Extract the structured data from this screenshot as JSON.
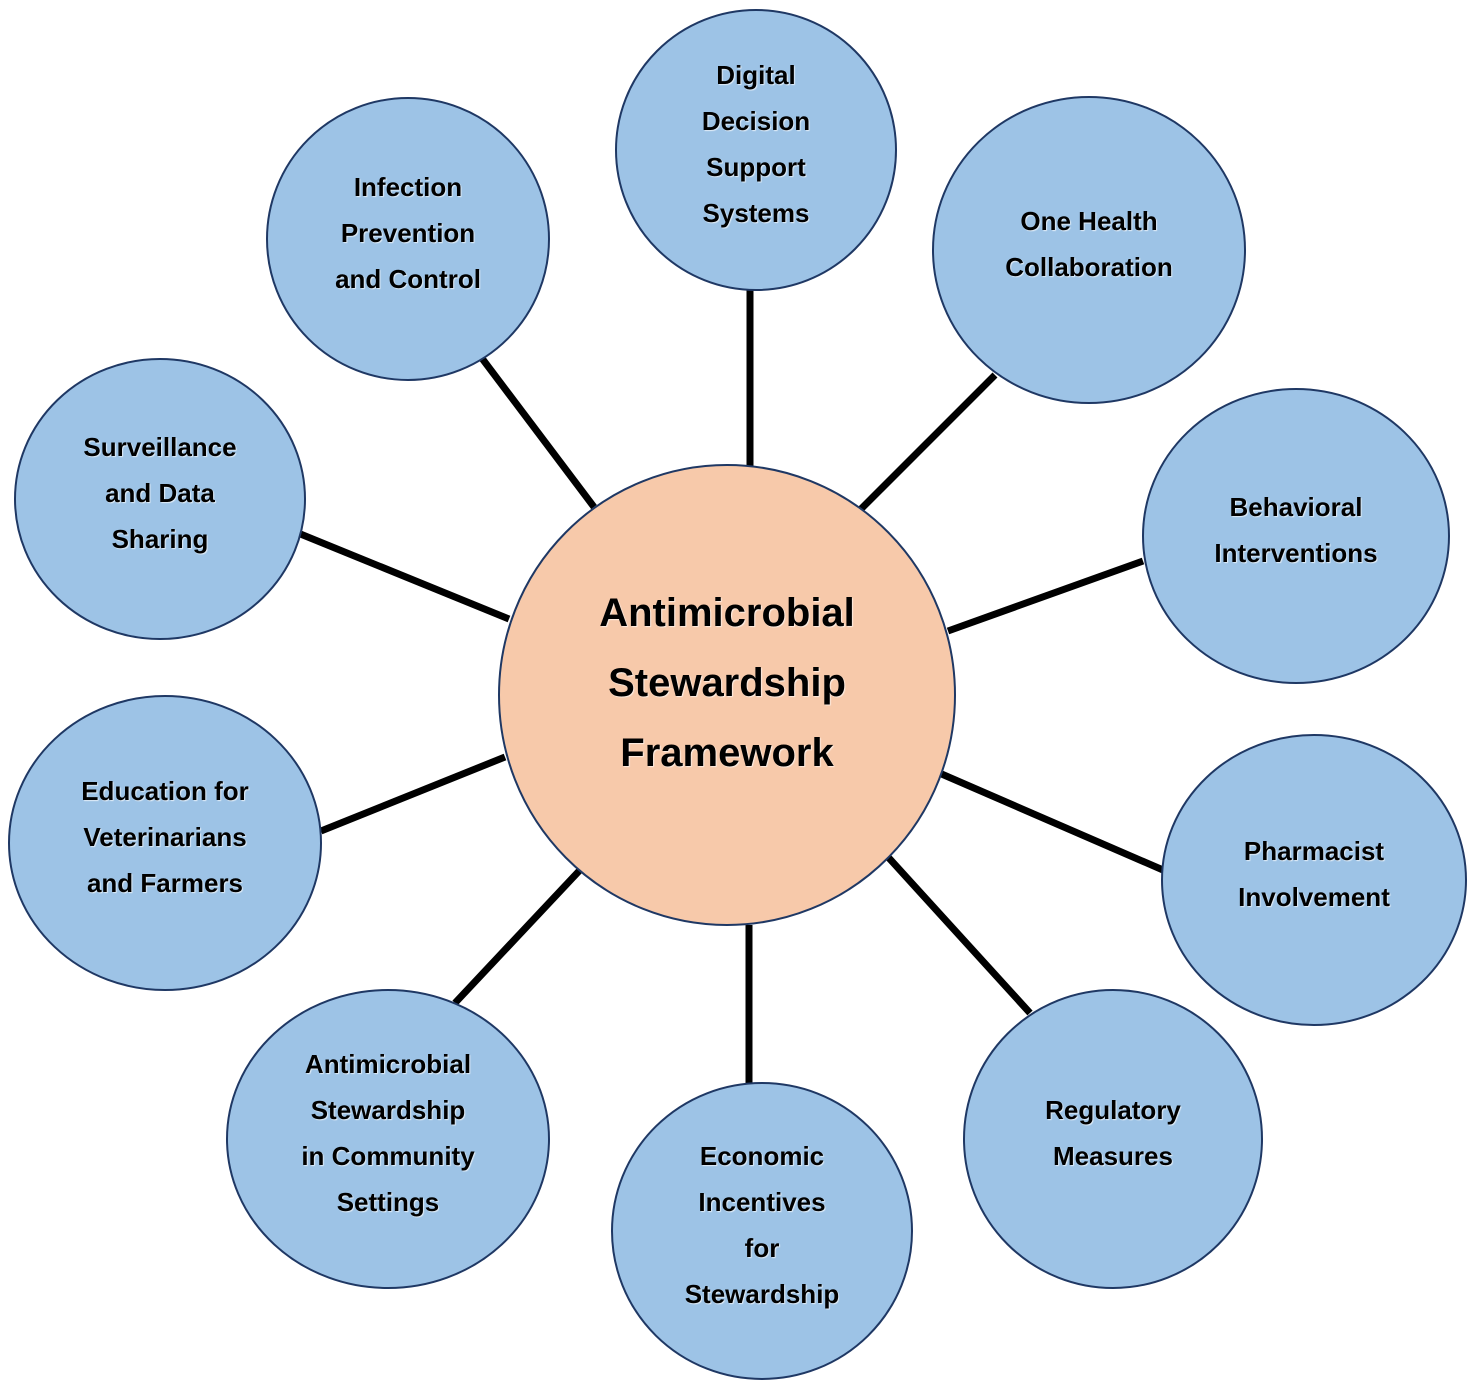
{
  "colors": {
    "center_fill": "#f7c9aa",
    "node_fill": "#9dc3e6",
    "outline": "#1f3864",
    "connector": "#000000"
  },
  "center": {
    "lines": [
      "Antimicrobial",
      "Stewardship",
      "Framework"
    ]
  },
  "nodes": [
    {
      "id": "digital-decision-support",
      "lines": [
        "Digital",
        "Decision",
        "Support",
        "Systems"
      ]
    },
    {
      "id": "one-health-collaboration",
      "lines": [
        "One Health",
        "Collaboration"
      ]
    },
    {
      "id": "behavioral-interventions",
      "lines": [
        "Behavioral",
        "Interventions"
      ]
    },
    {
      "id": "pharmacist-involvement",
      "lines": [
        "Pharmacist",
        "Involvement"
      ]
    },
    {
      "id": "regulatory-measures",
      "lines": [
        "Regulatory",
        "Measures"
      ]
    },
    {
      "id": "economic-incentives",
      "lines": [
        "Economic",
        "Incentives",
        "for",
        "Stewardship"
      ]
    },
    {
      "id": "community-settings",
      "lines": [
        "Antimicrobial",
        "Stewardship",
        "in Community",
        "Settings"
      ]
    },
    {
      "id": "education-vets-farmers",
      "lines": [
        "Education for",
        "Veterinarians",
        "and Farmers"
      ]
    },
    {
      "id": "surveillance-data-sharing",
      "lines": [
        "Surveillance",
        "and Data",
        "Sharing"
      ]
    },
    {
      "id": "infection-prevention",
      "lines": [
        "Infection",
        "Prevention",
        "and Control"
      ]
    }
  ]
}
